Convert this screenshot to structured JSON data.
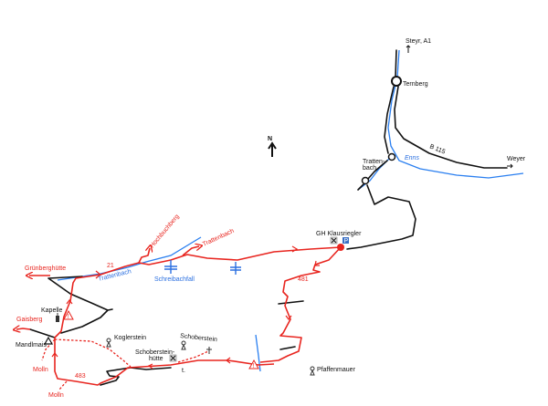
{
  "north": "N",
  "places": {
    "steyr": "Steyr, A1",
    "ternberg": "Ternberg",
    "road": "B 115",
    "enns": "Enns",
    "weyer": "Weyer",
    "trattenbach_1": "Tratten-",
    "trattenbach_2": "bach",
    "gh": "GH Klausriegler",
    "parking": "P",
    "pfaffenmauer": "Pfaffenmauer",
    "schoberstein": "Schoberstein",
    "huette_1": "Schoberstein-",
    "huette_2": "hütte",
    "koglerstein": "Koglerstein",
    "mandlmais": "Mandlmais",
    "kapelle": "Kapelle",
    "schreibachfall": "Schreibachfall",
    "trattenbach_creek": "Trattenbach",
    "t_mark": "t."
  },
  "destinations": {
    "gruenberghuette": "Grünberghütte",
    "hochbuchberg": "Hochbuchberg",
    "trattenbach": "Trattenbach",
    "gaisberg": "Gaisberg",
    "molln_1": "Molln",
    "molln_2": "Molln"
  },
  "route_numbers": {
    "r21": "21",
    "r481": "481",
    "r483": "483"
  },
  "colors": {
    "trail": "#e8251f",
    "river": "#2a7ff0",
    "road": "#111111",
    "parking": "#3a6fc4"
  }
}
